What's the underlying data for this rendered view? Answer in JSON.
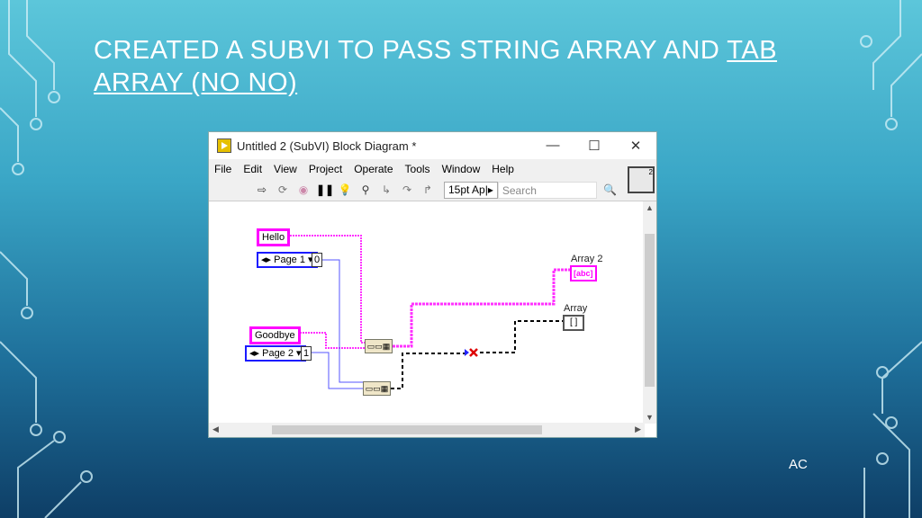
{
  "slide": {
    "title_main": "CREATED A SUBVI TO PASS STRING ARRAY AND ",
    "title_underlined": "TAB ARRAY (NO NO)",
    "footer": "AC"
  },
  "window": {
    "title": "Untitled 2 (SubVI) Block Diagram *",
    "minimize": "—",
    "maximize": "☐",
    "close": "✕",
    "menu": [
      "File",
      "Edit",
      "View",
      "Project",
      "Operate",
      "Tools",
      "Window",
      "Help"
    ],
    "font_select": "15pt Ap|▸",
    "search_placeholder": "Search",
    "connector_number": "2"
  },
  "diagram": {
    "hello": "Hello",
    "goodbye": "Goodbye",
    "page1": "Page 1",
    "page2": "Page 2",
    "index0": "0",
    "index1": "1",
    "array2_label": "Array 2",
    "array2_value": "[abc]",
    "array_label": "Array",
    "array_value": "[ ]"
  },
  "colors": {
    "string_wire": "#ff33ff",
    "enum_wire": "#5555ff",
    "broken_wire": "#000000"
  }
}
